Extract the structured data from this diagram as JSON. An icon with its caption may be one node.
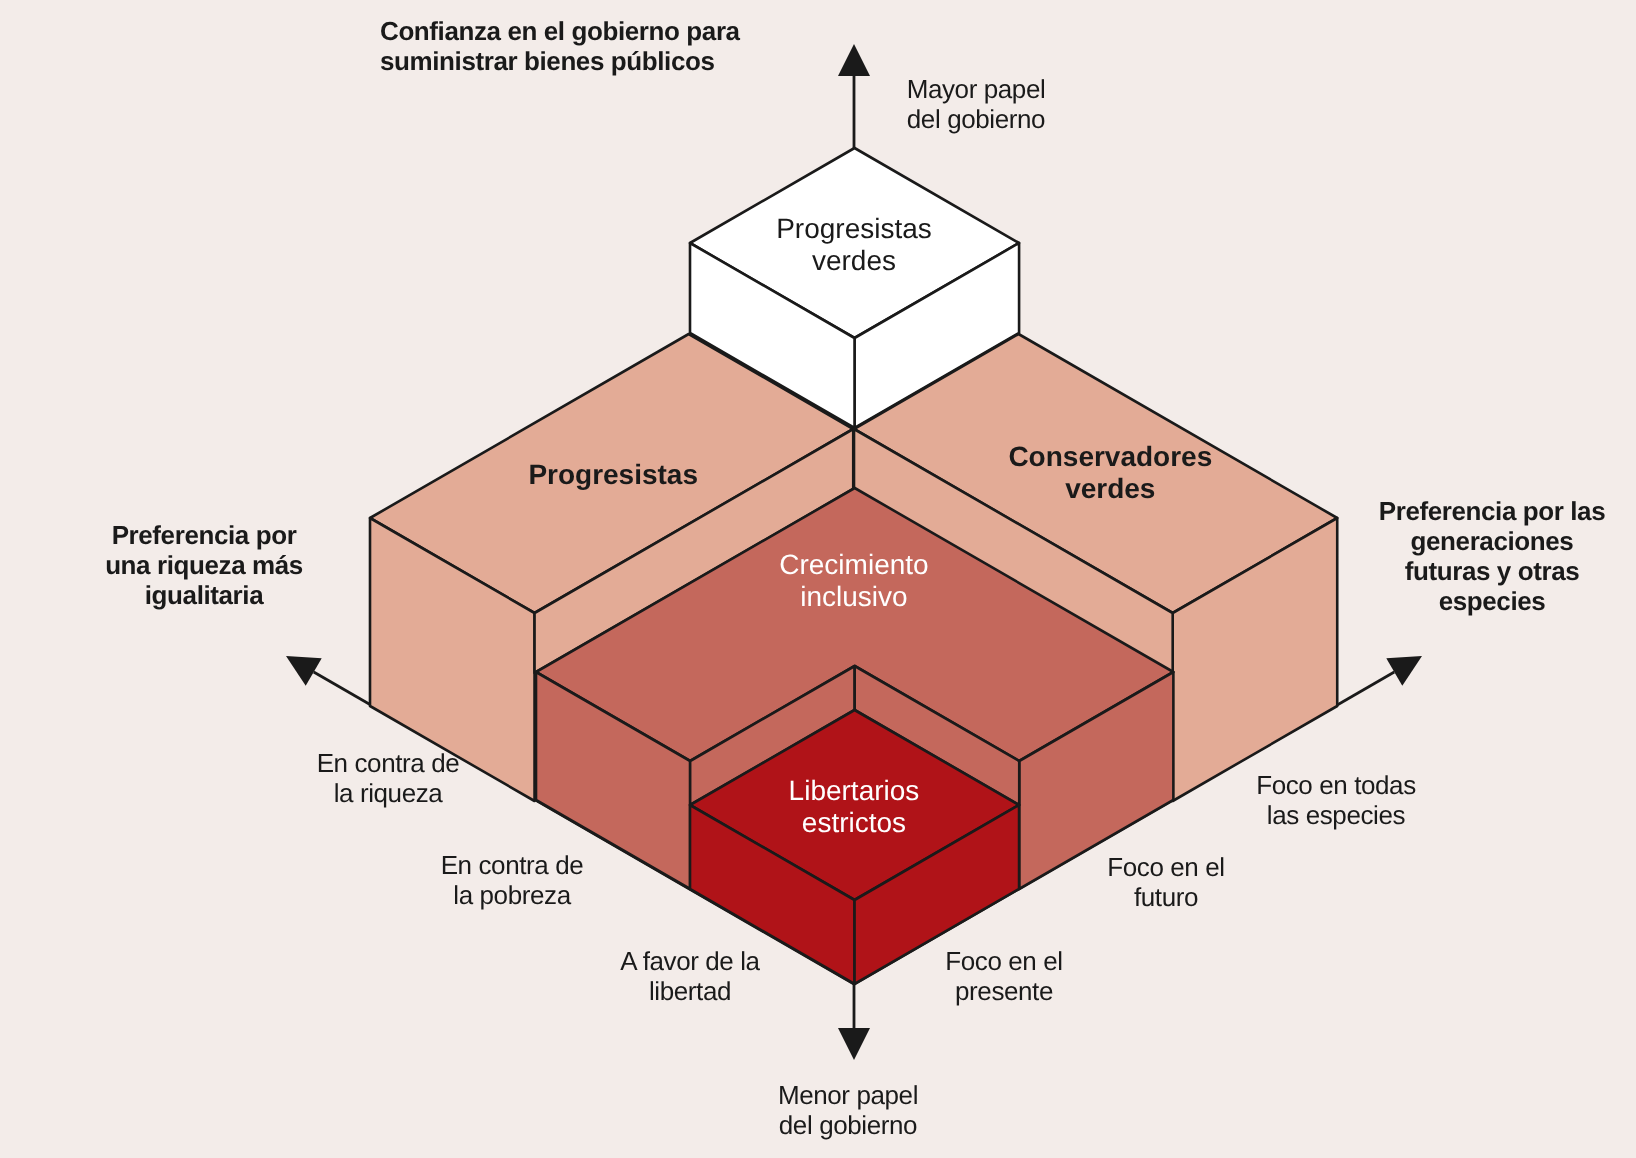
{
  "diagram": {
    "nodes": [
      {
        "text": [
          "Progresistas verdes"
        ]
      },
      {
        "text": [
          "Progresistas"
        ]
      },
      {
        "text": [
          "Conservadores verdes"
        ]
      },
      {
        "text": [
          "Crecimiento inclusivo"
        ]
      },
      {
        "text": [
          "Libertarios estrictos"
        ]
      }
    ],
    "labels": [
      "Confianza en el gobierno para suministrar bienes públicos",
      "Mayor papel del gobierno",
      "Preferencia por una riqueza más igualitaria",
      "Preferencia por las generaciones futuras y otras especies",
      "En contra de la riqueza",
      "En contra de la pobreza",
      "A favor de la libertad",
      "Foco en el presente",
      "Foco en el futuro",
      "Foco en todas las especies",
      "Menor papel del gobierno"
    ]
  }
}
